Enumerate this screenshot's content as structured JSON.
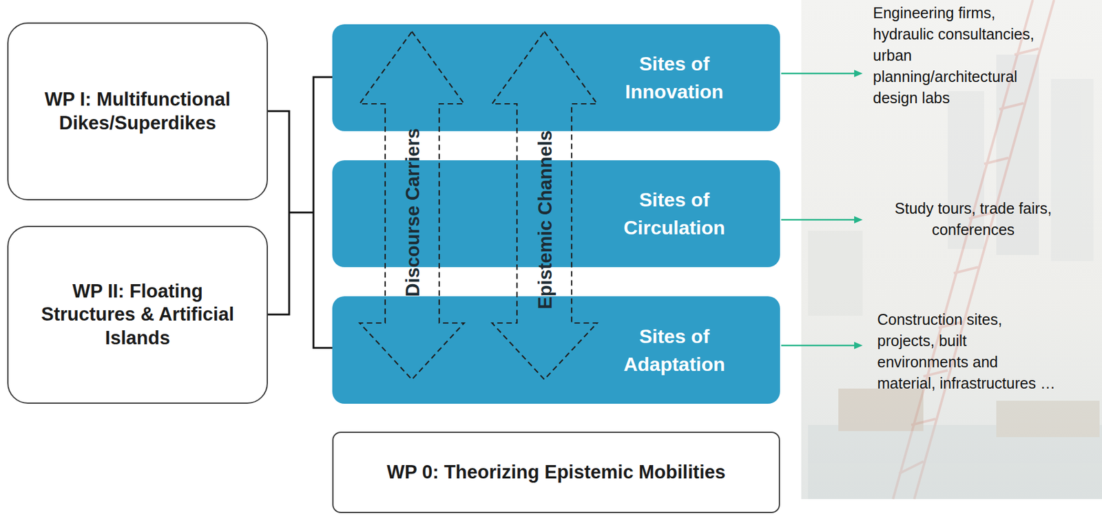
{
  "diagram": {
    "nodes": [
      {
        "text": [
          "WP I: Multifunctional Dikes/Superdikes"
        ]
      },
      {
        "text": [
          "WP II: Floating Structures & Artificial Islands"
        ]
      },
      {
        "text": [
          "Sites of Innovation"
        ]
      },
      {
        "text": [
          "Sites of Circulation"
        ]
      },
      {
        "text": [
          "Sites of Adaptation"
        ]
      },
      {
        "text": [
          "WP 0: Theorizing Epistemic Mobilities"
        ]
      }
    ],
    "labels": [
      "Discourse Carriers",
      "Epistemic Channels",
      "Engineering firms, hydraulic consultancies, urban planning/architectural design labs",
      "Study tours, trade fairs, conferences",
      "Construction sites, projects, built environments and material, infrastructures …"
    ]
  }
}
